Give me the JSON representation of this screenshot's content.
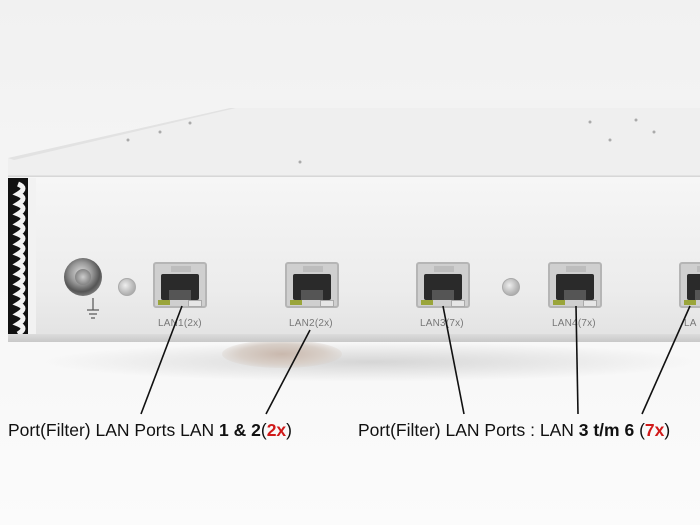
{
  "ports": [
    {
      "label": "LAN1(2x)"
    },
    {
      "label": "LAN2(2x)"
    },
    {
      "label": "LAN3(7x)"
    },
    {
      "label": "LAN4(7x)"
    },
    {
      "label": "LA"
    }
  ],
  "captions": {
    "left": {
      "prefix": "Port(Filter) LAN Ports LAN ",
      "bold": "1 & 2",
      "open": "(",
      "highlight": "2x",
      "close": ")"
    },
    "right": {
      "prefix": "Port(Filter) LAN Ports : LAN ",
      "bold": "3 t/m 6",
      "open": " (",
      "highlight": "7x",
      "close": ")"
    }
  },
  "colors": {
    "highlight": "#d01a1a",
    "led_green": "#9aa53a",
    "chassis": "#f0f0f0"
  },
  "icons": [
    "ground-symbol-icon",
    "ground-terminal-icon",
    "reset-button-icon",
    "rj45-port-icon"
  ]
}
